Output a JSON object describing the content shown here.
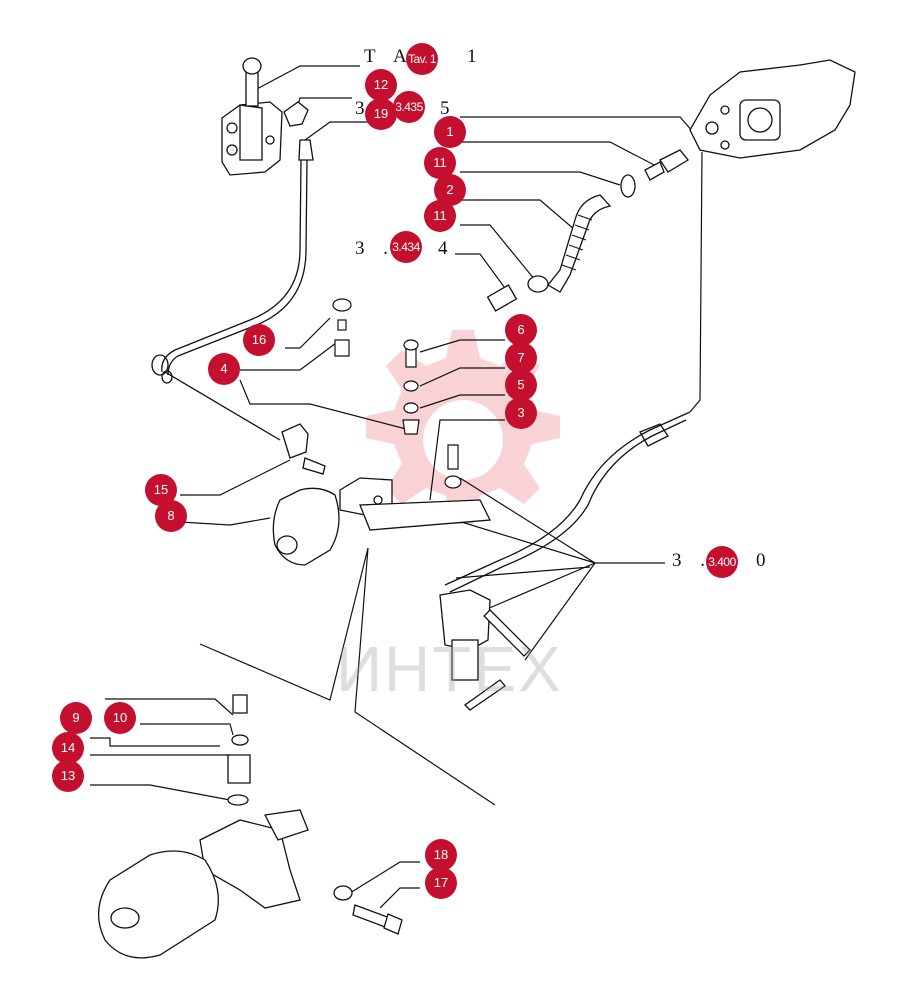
{
  "watermark": {
    "text": "ИНТЕХ",
    "color": "#e8868e"
  },
  "refs": {
    "r1": "T A",
    "r1b": "1",
    "r2": "3",
    "r2b": "5",
    "r3": "3 .",
    "r3b": "4",
    "r4": "3 .",
    "r4b": "0"
  },
  "callouts": {
    "tav": "Tav. 1",
    "c12": "12",
    "c19": "19",
    "c435": "3.435",
    "c1": "1",
    "c11a": "11",
    "c2": "2",
    "c11b": "11",
    "c434": "3.434",
    "c16": "16",
    "c4": "4",
    "c6": "6",
    "c7": "7",
    "c5": "5",
    "c3": "3",
    "c15": "15",
    "c8": "8",
    "c400": "3.400",
    "c9": "9",
    "c10": "10",
    "c14": "14",
    "c13": "13",
    "c18": "18",
    "c17": "17"
  },
  "colors": {
    "badge": "#c4102e",
    "line": "#111111"
  }
}
